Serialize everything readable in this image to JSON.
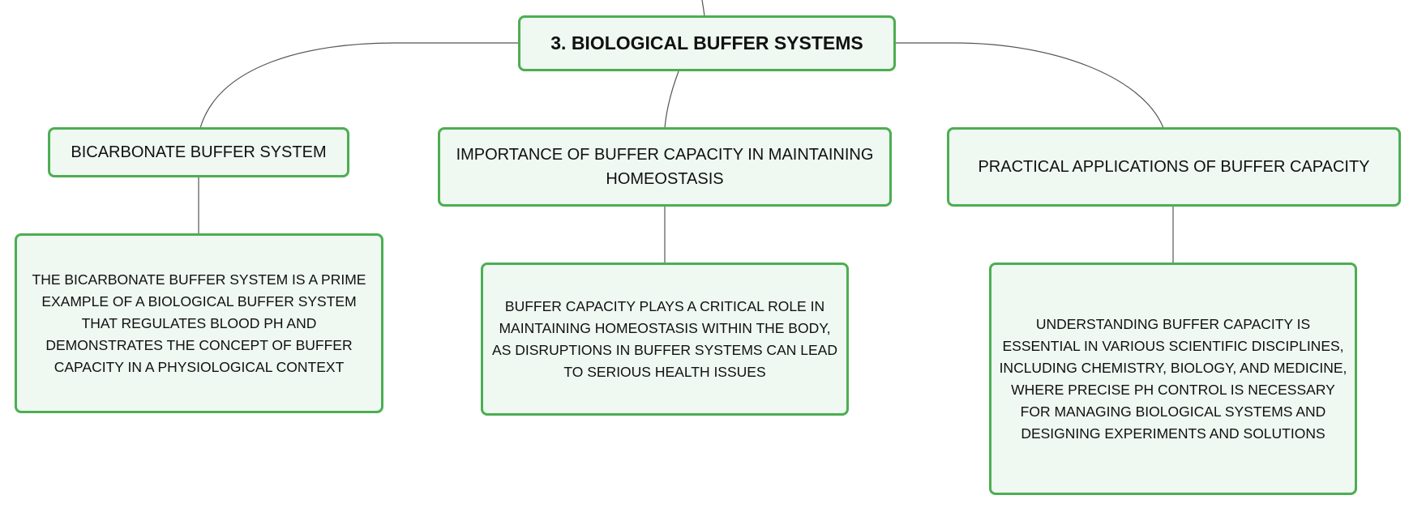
{
  "diagram": {
    "root": {
      "label": "3. BIOLOGICAL BUFFER SYSTEMS"
    },
    "branches": [
      {
        "topic": "BICARBONATE BUFFER SYSTEM",
        "detail": "THE BICARBONATE BUFFER SYSTEM IS A PRIME EXAMPLE OF A BIOLOGICAL BUFFER SYSTEM THAT REGULATES BLOOD PH AND DEMONSTRATES THE CONCEPT OF BUFFER CAPACITY IN A PHYSIOLOGICAL CONTEXT"
      },
      {
        "topic": "IMPORTANCE OF BUFFER CAPACITY IN MAINTAINING HOMEOSTASIS",
        "detail": "BUFFER CAPACITY PLAYS A CRITICAL ROLE IN MAINTAINING HOMEOSTASIS WITHIN THE BODY, AS DISRUPTIONS IN BUFFER SYSTEMS CAN LEAD TO SERIOUS HEALTH ISSUES"
      },
      {
        "topic": "PRACTICAL APPLICATIONS OF BUFFER CAPACITY",
        "detail": "UNDERSTANDING BUFFER CAPACITY IS ESSENTIAL IN VARIOUS SCIENTIFIC DISCIPLINES, INCLUDING CHEMISTRY, BIOLOGY, AND MEDICINE, WHERE PRECISE PH CONTROL IS NECESSARY FOR MANAGING BIOLOGICAL SYSTEMS AND DESIGNING EXPERIMENTS AND SOLUTIONS"
      }
    ]
  },
  "colors": {
    "node_border": "#4cae52",
    "node_fill": "#eff8f1",
    "connector": "#555555"
  }
}
